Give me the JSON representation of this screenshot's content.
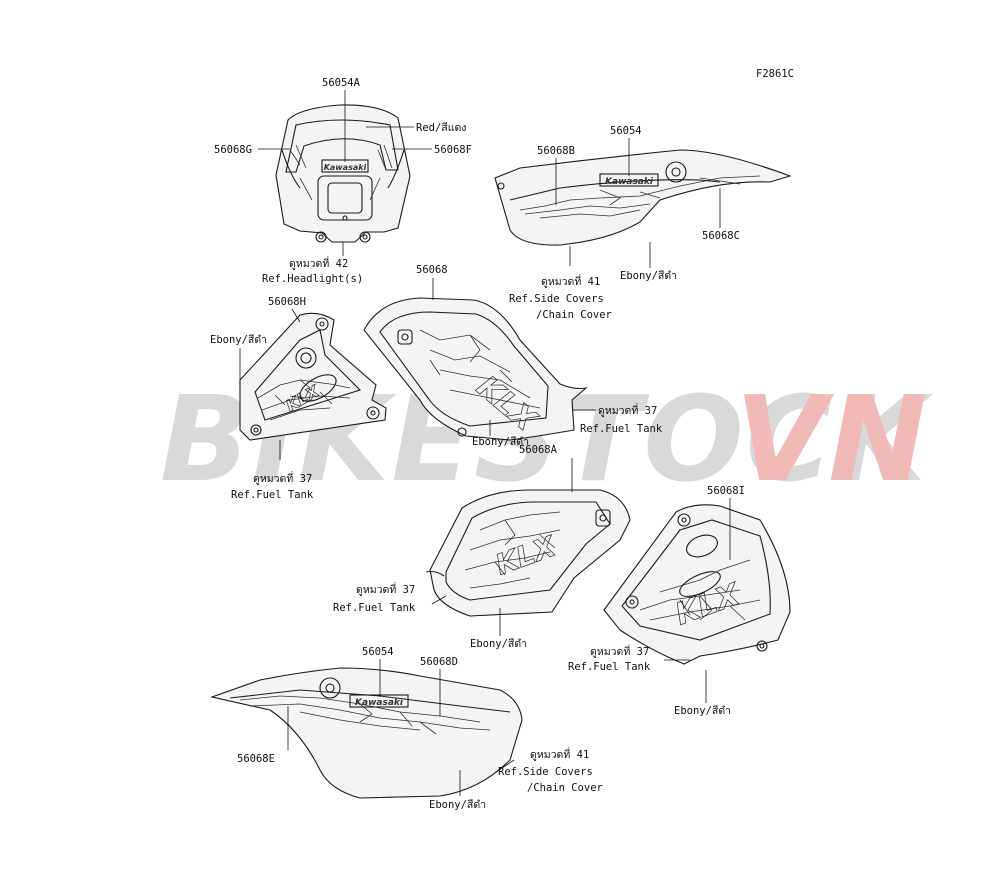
{
  "figure_code": "F2861C",
  "watermark": {
    "part1": "BIKESTOCK",
    "part2": "VN",
    "color1": "#d9d9d9",
    "color2": "#f2b9b9"
  },
  "labels": {
    "l_56054A": "56054A",
    "l_56068G": "56068G",
    "l_red": "Red/สีแดง",
    "l_56068F": "56068F",
    "l_group42": "ดูหมวดที่ 42",
    "l_ref_headlight": "Ref.Headlight(s)",
    "l_56068": "56068",
    "l_56054_top": "56054",
    "l_56068B": "56068B",
    "l_56068C": "56068C",
    "l_group41_top": "ดูหมวดที่ 41",
    "l_ref_side_top": "Ref.Side Covers",
    "l_chain_top": "/Chain Cover",
    "l_ebony_sidetop": "Ebony/สีดำ",
    "l_56068H": "56068H",
    "l_ebony_left": "Ebony/สีดำ",
    "l_group37_left": "ดูหมวดที่ 37",
    "l_ref_fuel_left": "Ref.Fuel Tank",
    "l_group37_center": "ดูหมวดที่ 37",
    "l_ref_fuel_center": "Ref.Fuel Tank",
    "l_ebony_center": "Ebony/สีดำ",
    "l_56068A": "56068A",
    "l_group37_mid": "ดูหมวดที่ 37",
    "l_ref_fuel_mid": "Ref.Fuel Tank",
    "l_ebony_mid": "Ebony/สีดำ",
    "l_56068I": "56068I",
    "l_group37_right": "ดูหมวดที่ 37",
    "l_ref_fuel_right": "Ref.Fuel Tank",
    "l_ebony_right": "Ebony/สีดำ",
    "l_56054_bottom": "56054",
    "l_56068D": "56068D",
    "l_56068E": "56068E",
    "l_group41_bottom": "ดูหมวดที่ 41",
    "l_ref_side_bottom": "Ref.Side Covers",
    "l_chain_bottom": "/Chain Cover",
    "l_ebony_bottom": "Ebony/สีดำ"
  },
  "decal_text": {
    "brand": "Kawasaki",
    "model": "KLX"
  }
}
